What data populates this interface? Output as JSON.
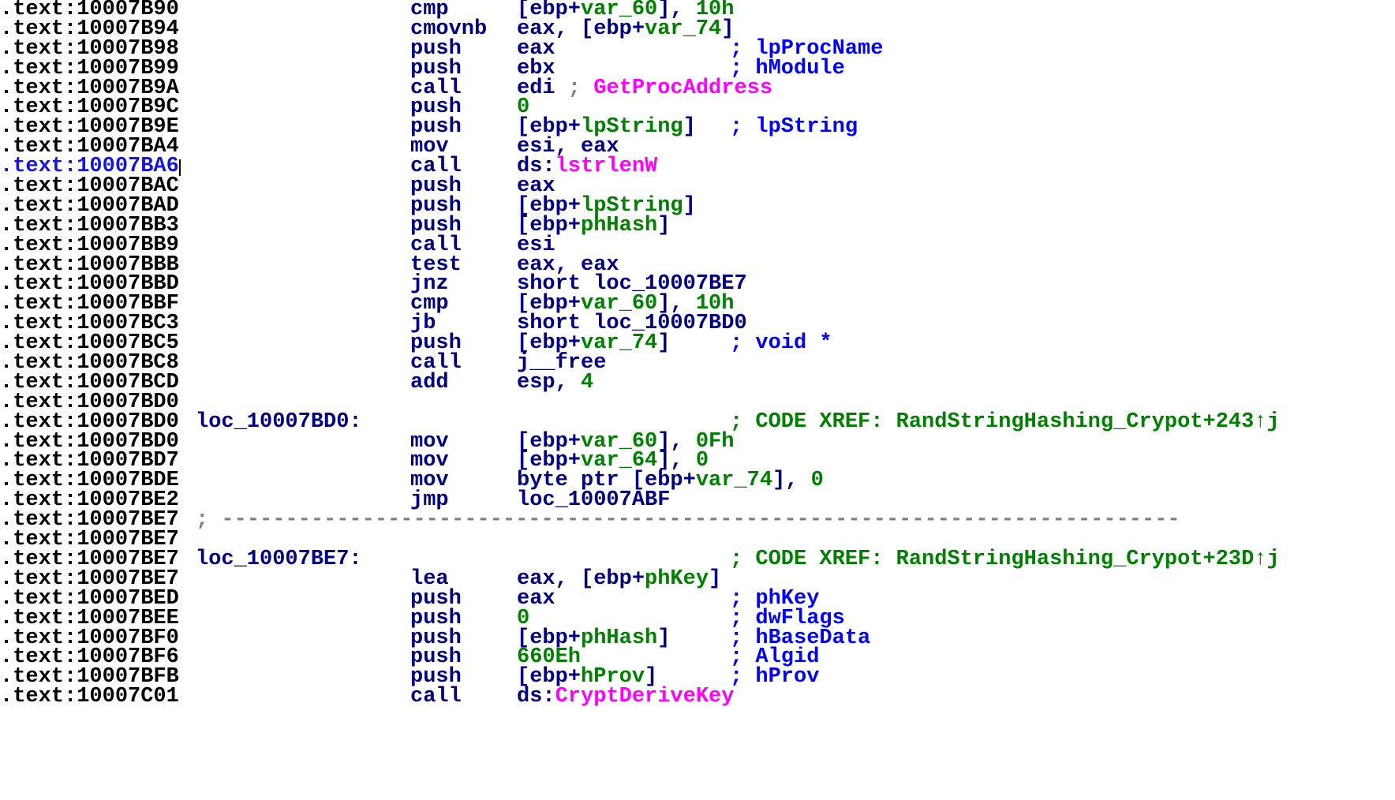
{
  "lines": [
    {
      "addr": ".text:10007B90",
      "mnem": "cmp",
      "ops": [
        {
          "t": "[ebp+",
          "c": "reg"
        },
        {
          "t": "var_60",
          "c": "var"
        },
        {
          "t": "], ",
          "c": "reg"
        },
        {
          "t": "10h",
          "c": "num"
        }
      ]
    },
    {
      "addr": ".text:10007B94",
      "mnem": "cmovnb",
      "ops": [
        {
          "t": "eax, [ebp+",
          "c": "reg"
        },
        {
          "t": "var_74",
          "c": "var"
        },
        {
          "t": "]",
          "c": "reg"
        }
      ]
    },
    {
      "addr": ".text:10007B98",
      "mnem": "push",
      "ops": [
        {
          "t": "eax",
          "c": "reg"
        }
      ],
      "comment": "; lpProcName"
    },
    {
      "addr": ".text:10007B99",
      "mnem": "push",
      "ops": [
        {
          "t": "ebx",
          "c": "reg"
        }
      ],
      "comment": "; hModule"
    },
    {
      "addr": ".text:10007B9A",
      "mnem": "call",
      "ops": [
        {
          "t": "edi",
          "c": "reg"
        },
        {
          "t": " ; ",
          "c": "semi"
        },
        {
          "t": "GetProcAddress",
          "c": "api"
        }
      ]
    },
    {
      "addr": ".text:10007B9C",
      "mnem": "push",
      "ops": [
        {
          "t": "0",
          "c": "num"
        }
      ]
    },
    {
      "addr": ".text:10007B9E",
      "mnem": "push",
      "ops": [
        {
          "t": "[ebp+",
          "c": "reg"
        },
        {
          "t": "lpString",
          "c": "var"
        },
        {
          "t": "]",
          "c": "reg"
        }
      ],
      "comment": "; lpString"
    },
    {
      "addr": ".text:10007BA4",
      "mnem": "mov",
      "ops": [
        {
          "t": "esi, eax",
          "c": "reg"
        }
      ]
    },
    {
      "addr": ".text:10007BA6",
      "current": true,
      "mnem": "call",
      "ops": [
        {
          "t": "ds:",
          "c": "reg"
        },
        {
          "t": "lstrlenW",
          "c": "api"
        }
      ]
    },
    {
      "addr": ".text:10007BAC",
      "mnem": "push",
      "ops": [
        {
          "t": "eax",
          "c": "reg"
        }
      ]
    },
    {
      "addr": ".text:10007BAD",
      "mnem": "push",
      "ops": [
        {
          "t": "[ebp+",
          "c": "reg"
        },
        {
          "t": "lpString",
          "c": "var"
        },
        {
          "t": "]",
          "c": "reg"
        }
      ]
    },
    {
      "addr": ".text:10007BB3",
      "mnem": "push",
      "ops": [
        {
          "t": "[ebp+",
          "c": "reg"
        },
        {
          "t": "phHash",
          "c": "var"
        },
        {
          "t": "]",
          "c": "reg"
        }
      ]
    },
    {
      "addr": ".text:10007BB9",
      "mnem": "call",
      "ops": [
        {
          "t": "esi",
          "c": "reg"
        }
      ]
    },
    {
      "addr": ".text:10007BBB",
      "mnem": "test",
      "ops": [
        {
          "t": "eax, eax",
          "c": "reg"
        }
      ]
    },
    {
      "addr": ".text:10007BBD",
      "mnem": "jnz",
      "ops": [
        {
          "t": "short loc_10007BE7",
          "c": "reg"
        }
      ]
    },
    {
      "addr": ".text:10007BBF",
      "mnem": "cmp",
      "ops": [
        {
          "t": "[ebp+",
          "c": "reg"
        },
        {
          "t": "var_60",
          "c": "var"
        },
        {
          "t": "], ",
          "c": "reg"
        },
        {
          "t": "10h",
          "c": "num"
        }
      ]
    },
    {
      "addr": ".text:10007BC3",
      "mnem": "jb",
      "ops": [
        {
          "t": "short loc_10007BD0",
          "c": "reg"
        }
      ]
    },
    {
      "addr": ".text:10007BC5",
      "mnem": "push",
      "ops": [
        {
          "t": "[ebp+",
          "c": "reg"
        },
        {
          "t": "var_74",
          "c": "var"
        },
        {
          "t": "]",
          "c": "reg"
        }
      ],
      "comment": "; void *"
    },
    {
      "addr": ".text:10007BC8",
      "mnem": "call",
      "ops": [
        {
          "t": "j__free",
          "c": "reg"
        }
      ]
    },
    {
      "addr": ".text:10007BCD",
      "mnem": "add",
      "ops": [
        {
          "t": "esp, ",
          "c": "reg"
        },
        {
          "t": "4",
          "c": "num"
        }
      ]
    },
    {
      "addr": ".text:10007BD0"
    },
    {
      "addr": ".text:10007BD0",
      "label": "loc_10007BD0:",
      "xref": "; CODE XREF: RandStringHashing_Crypot+243↑j"
    },
    {
      "addr": ".text:10007BD0",
      "mnem": "mov",
      "ops": [
        {
          "t": "[ebp+",
          "c": "reg"
        },
        {
          "t": "var_60",
          "c": "var"
        },
        {
          "t": "], ",
          "c": "reg"
        },
        {
          "t": "0Fh",
          "c": "num"
        }
      ]
    },
    {
      "addr": ".text:10007BD7",
      "mnem": "mov",
      "ops": [
        {
          "t": "[ebp+",
          "c": "reg"
        },
        {
          "t": "var_64",
          "c": "var"
        },
        {
          "t": "], ",
          "c": "reg"
        },
        {
          "t": "0",
          "c": "num"
        }
      ]
    },
    {
      "addr": ".text:10007BDE",
      "mnem": "mov",
      "ops": [
        {
          "t": "byte ptr [ebp+",
          "c": "reg"
        },
        {
          "t": "var_74",
          "c": "var"
        },
        {
          "t": "], ",
          "c": "reg"
        },
        {
          "t": "0",
          "c": "num"
        }
      ]
    },
    {
      "addr": ".text:10007BE2",
      "mnem": "jmp",
      "ops": [
        {
          "t": "loc_10007ABF",
          "c": "reg"
        }
      ]
    },
    {
      "addr": ".text:10007BE7",
      "separator": "; ---------------------------------------------------------------------------"
    },
    {
      "addr": ".text:10007BE7"
    },
    {
      "addr": ".text:10007BE7",
      "label": "loc_10007BE7:",
      "xref": "; CODE XREF: RandStringHashing_Crypot+23D↑j"
    },
    {
      "addr": ".text:10007BE7",
      "mnem": "lea",
      "ops": [
        {
          "t": "eax, [ebp+",
          "c": "reg"
        },
        {
          "t": "phKey",
          "c": "var"
        },
        {
          "t": "]",
          "c": "reg"
        }
      ]
    },
    {
      "addr": ".text:10007BED",
      "mnem": "push",
      "ops": [
        {
          "t": "eax",
          "c": "reg"
        }
      ],
      "comment": "; phKey"
    },
    {
      "addr": ".text:10007BEE",
      "mnem": "push",
      "ops": [
        {
          "t": "0",
          "c": "num"
        }
      ],
      "comment": "; dwFlags"
    },
    {
      "addr": ".text:10007BF0",
      "mnem": "push",
      "ops": [
        {
          "t": "[ebp+",
          "c": "reg"
        },
        {
          "t": "phHash",
          "c": "var"
        },
        {
          "t": "]",
          "c": "reg"
        }
      ],
      "comment": "; hBaseData"
    },
    {
      "addr": ".text:10007BF6",
      "mnem": "push",
      "ops": [
        {
          "t": "660Eh",
          "c": "num"
        }
      ],
      "comment": "; Algid"
    },
    {
      "addr": ".text:10007BFB",
      "mnem": "push",
      "ops": [
        {
          "t": "[ebp+",
          "c": "reg"
        },
        {
          "t": "hProv",
          "c": "var"
        },
        {
          "t": "]",
          "c": "reg"
        }
      ],
      "comment": "; hProv"
    },
    {
      "addr": ".text:10007C01",
      "mnem": "call",
      "ops": [
        {
          "t": "ds:",
          "c": "reg"
        },
        {
          "t": "CryptDeriveKey",
          "c": "api"
        }
      ]
    }
  ]
}
